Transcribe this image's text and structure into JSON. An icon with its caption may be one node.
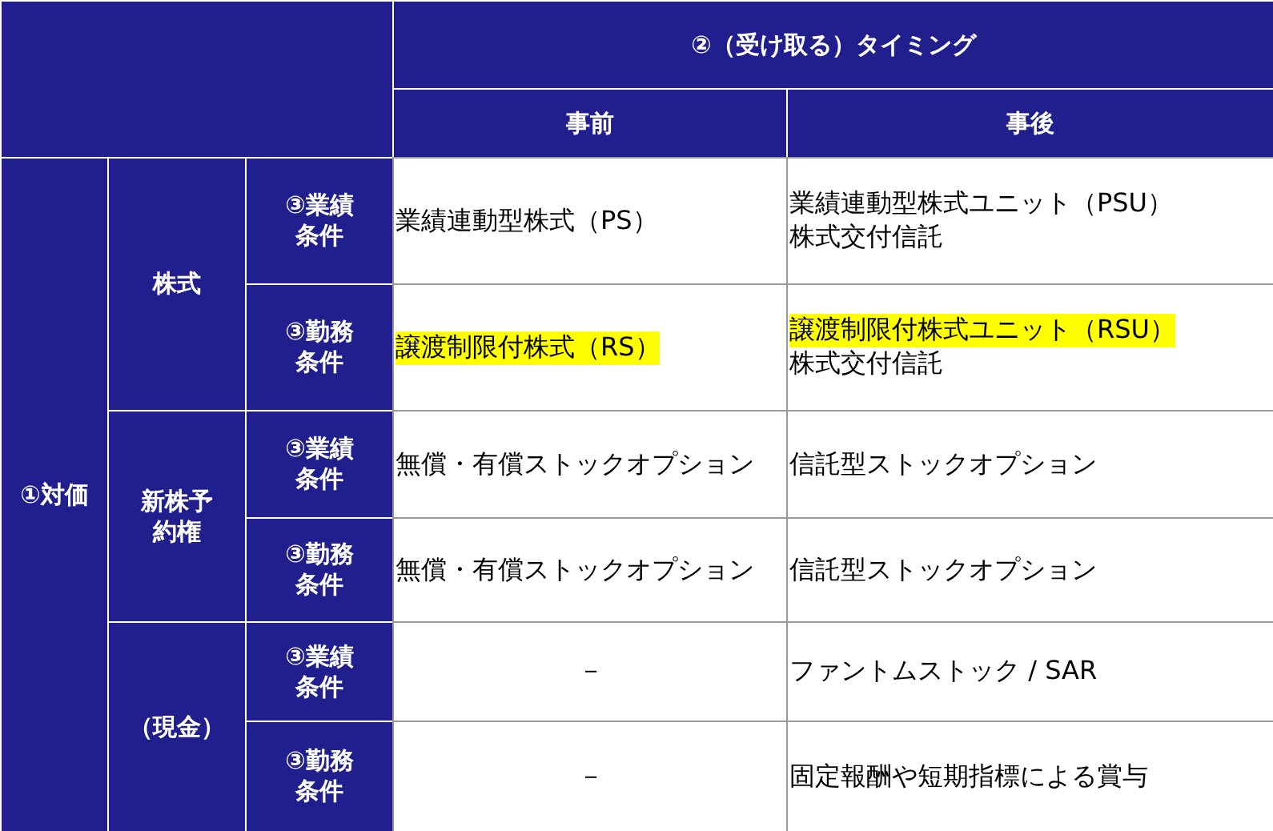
{
  "diagram": {
    "labels": [
      "②（受け取る）タイミング",
      "事前",
      "事後",
      "①対価",
      "株式",
      "③業績条件",
      "業績連動型株式（PS）",
      "業績連動型株式ユニット（PSU）",
      "株式交付信託",
      "③勤務条件",
      "譲渡制限付株式（RS）",
      "譲渡制限付株式ユニット（RSU）",
      "株式交付信託",
      "新株予約権",
      "③業績条件",
      "無償・有償ストックオプション",
      "信託型ストックオプション",
      "③勤務条件",
      "無償・有償ストックオプション",
      "信託型ストックオプション",
      "（現金）",
      "③業績条件",
      "－",
      "ファントムストック / SAR",
      "③勤務条件",
      "－",
      "固定報酬や短期指標による賞与"
    ]
  }
}
